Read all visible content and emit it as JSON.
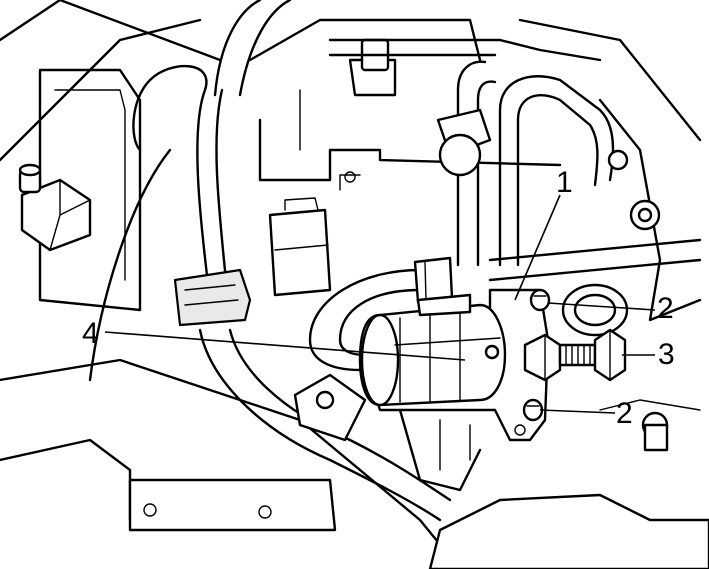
{
  "callouts": [
    {
      "id": "1",
      "label": "1"
    },
    {
      "id": "2a",
      "label": "2"
    },
    {
      "id": "3",
      "label": "3"
    },
    {
      "id": "2b",
      "label": "2"
    },
    {
      "id": "4",
      "label": "4"
    }
  ],
  "colors": {
    "ink": "#000000",
    "paper": "#ffffff",
    "shade": "#e9e9e9"
  }
}
